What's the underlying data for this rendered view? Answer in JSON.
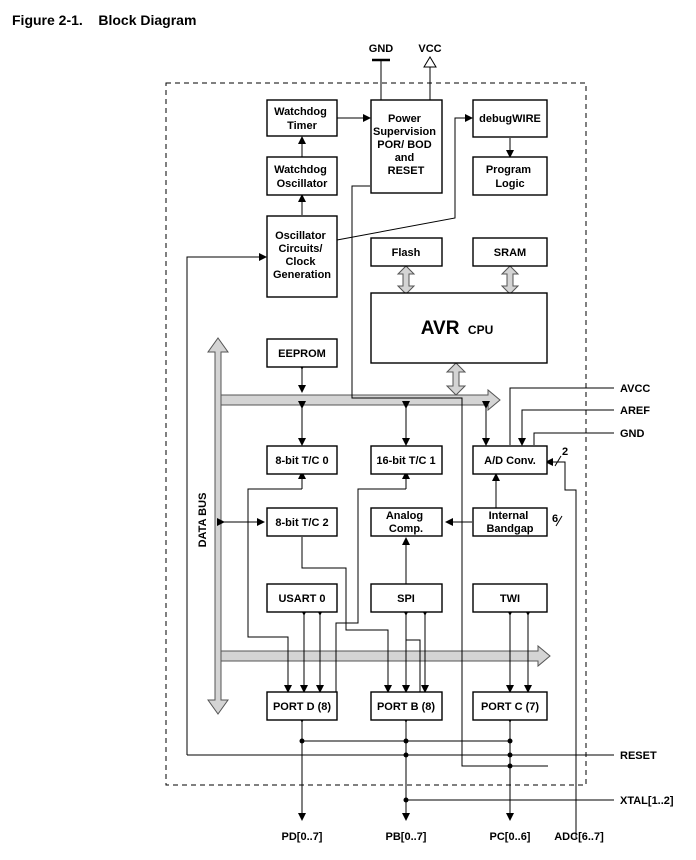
{
  "figure": {
    "title": "Figure 2-1.    Block Diagram"
  },
  "blocks": {
    "watchdog_timer": [
      "Watchdog",
      "Timer"
    ],
    "watchdog_oscillator": [
      "Watchdog",
      "Oscillator"
    ],
    "oscillator_circuits": [
      "Oscillator",
      "Circuits/",
      "Clock",
      "Generation"
    ],
    "power_supervision": [
      "Power",
      "Supervision",
      "POR/ BOD",
      "and",
      "RESET"
    ],
    "debugwire": [
      "debugWIRE"
    ],
    "program_logic": [
      "Program",
      "Logic"
    ],
    "flash": [
      "Flash"
    ],
    "sram": [
      "SRAM"
    ],
    "cpu": {
      "main": "AVR",
      "suffix": "CPU"
    },
    "eeprom": [
      "EEPROM"
    ],
    "tc0": [
      "8-bit T/C 0"
    ],
    "tc1": [
      "16-bit T/C 1"
    ],
    "tc2": [
      "8-bit T/C 2"
    ],
    "adc": [
      "A/D Conv."
    ],
    "analog_comp": [
      "Analog",
      "Comp."
    ],
    "bandgap": [
      "Internal",
      "Bandgap"
    ],
    "usart": [
      "USART 0"
    ],
    "spi": [
      "SPI"
    ],
    "twi": [
      "TWI"
    ],
    "port_d": [
      "PORT D (8)"
    ],
    "port_b": [
      "PORT B (8)"
    ],
    "port_c": [
      "PORT C (7)"
    ]
  },
  "signals": {
    "gnd_top": "GND",
    "vcc": "VCC",
    "avcc": "AVCC",
    "aref": "AREF",
    "gnd_right": "GND",
    "reset": "RESET",
    "xtal": "XTAL[1..2]",
    "pd": "PD[0..7]",
    "pb": "PB[0..7]",
    "pc": "PC[0..6]",
    "adc_pins": "ADC[6..7]",
    "bus_width_2": "2",
    "bus_width_6": "6"
  },
  "data_bus_label": "DATA BUS"
}
